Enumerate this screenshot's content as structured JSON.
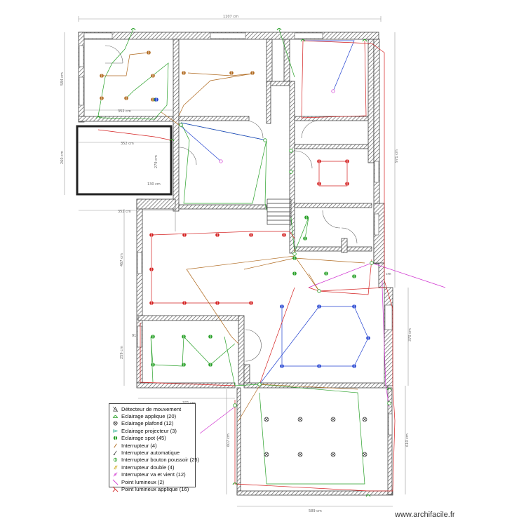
{
  "dimensions": {
    "top": "1107 cm",
    "left_top": "584 cm",
    "left_mid": "260 cm",
    "left_lower": "467 cm",
    "left_bottom": "259 cm",
    "bottom_left": "371 cm",
    "bottom": "589 cm",
    "bottom_left2": "607 cm",
    "right_top": "971 cm",
    "right_mid": "370 cm",
    "right_bottom": "610 cm",
    "room_a": "352 cm",
    "room_b": "352 cm",
    "room_c": "279 cm",
    "room_d": "130 cm",
    "room_e": "352 cm",
    "room_f": "97 cm",
    "room_g": "91 cm"
  },
  "legend": [
    {
      "icon": "motion-detector-icon",
      "label": "Détecteur de mouvement"
    },
    {
      "icon": "wall-light-icon",
      "label": "Eclairage applique (20)"
    },
    {
      "icon": "ceiling-light-icon",
      "label": "Eclairage plafond (12)"
    },
    {
      "icon": "projector-light-icon",
      "label": "Eclairage projecteur (3)"
    },
    {
      "icon": "spot-light-icon",
      "label": "Eclairage spot (45)"
    },
    {
      "icon": "switch-icon",
      "label": "Interrupteur (4)"
    },
    {
      "icon": "auto-switch-icon",
      "label": "Interrupteur automatique"
    },
    {
      "icon": "push-button-icon",
      "label": "Interrupteur bouton poussoir (25)"
    },
    {
      "icon": "double-switch-icon",
      "label": "Interrupteur double (4)"
    },
    {
      "icon": "two-way-switch-icon",
      "label": "Interrupteur va et vient (12)"
    },
    {
      "icon": "light-point-icon",
      "label": "Point lumineux (2)"
    },
    {
      "icon": "wall-light-point-icon",
      "label": "Point lumineux applique (16)"
    }
  ],
  "footer": "www.archifacile.fr",
  "colors": {
    "wall": "#444444",
    "red": "#d42020",
    "green": "#28a028",
    "blue": "#2040d0",
    "brown": "#b06a20",
    "magenta": "#d030d0",
    "grey": "#999999"
  }
}
